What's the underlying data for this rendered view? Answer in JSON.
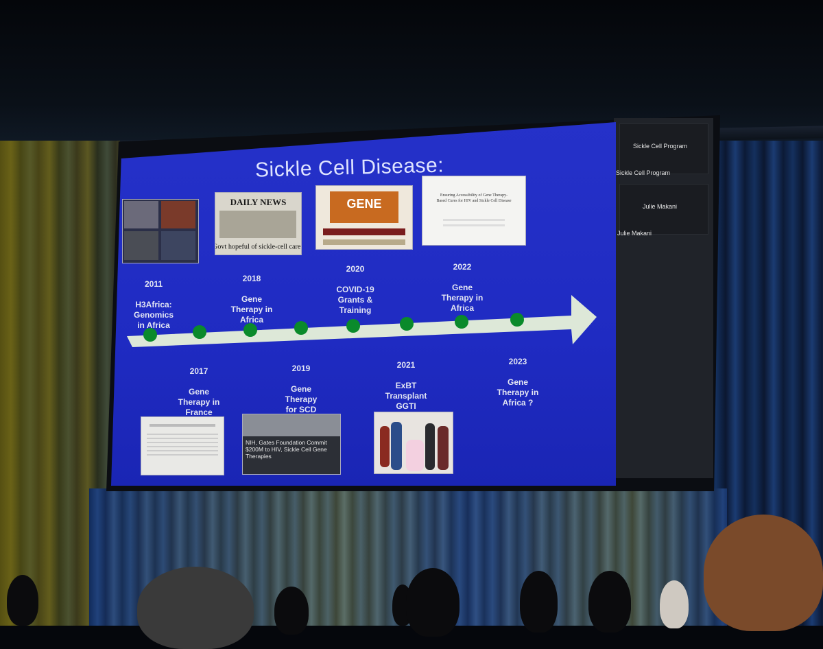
{
  "slide": {
    "title": "Sickle Cell Disease:",
    "timeline_top": [
      {
        "year": "2011",
        "label": "H3Africa:\nGenomics\nin Africa"
      },
      {
        "year": "2018",
        "label": "Gene\nTherapy in\nAfrica"
      },
      {
        "year": "2020",
        "label": "COVID-19\nGrants &\nTraining"
      },
      {
        "year": "2022",
        "label": "Gene\nTherapy in\nAfrica"
      }
    ],
    "timeline_bottom": [
      {
        "year": "2017",
        "label": "Gene\nTherapy in\nFrance"
      },
      {
        "year": "2019",
        "label": "Gene\nTherapy\nfor SCD\nand HIV"
      },
      {
        "year": "2021",
        "label": "ExBT\nTransplant\nGGTI"
      },
      {
        "year": "2023",
        "label": "Gene\nTherapy in\nAfrica ?"
      }
    ],
    "thumbnails": {
      "daily_news_masthead": "DAILY NEWS",
      "daily_news_headline": "Govt hopeful of sickle-cell care",
      "gene_poster_title": "GENE",
      "doc_2022_title": "Ensuring Accessibility of Gene Therapy-Based Cures for HIV and Sickle Cell Disease",
      "news_2019_caption": "NIH, Gates Foundation Commit $200M to HIV, Sickle Cell Gene Therapies"
    }
  },
  "sidebar": {
    "participants": [
      {
        "tile_name": "Sickle Cell Program",
        "label": "Sickle Cell Program"
      },
      {
        "tile_name": "Julie Makani",
        "label": "Julie Makani"
      }
    ]
  },
  "colors": {
    "slide_background": "#1f2cc4",
    "arrow_fill": "#dde8d8",
    "timeline_dot": "#0a8a2b"
  }
}
